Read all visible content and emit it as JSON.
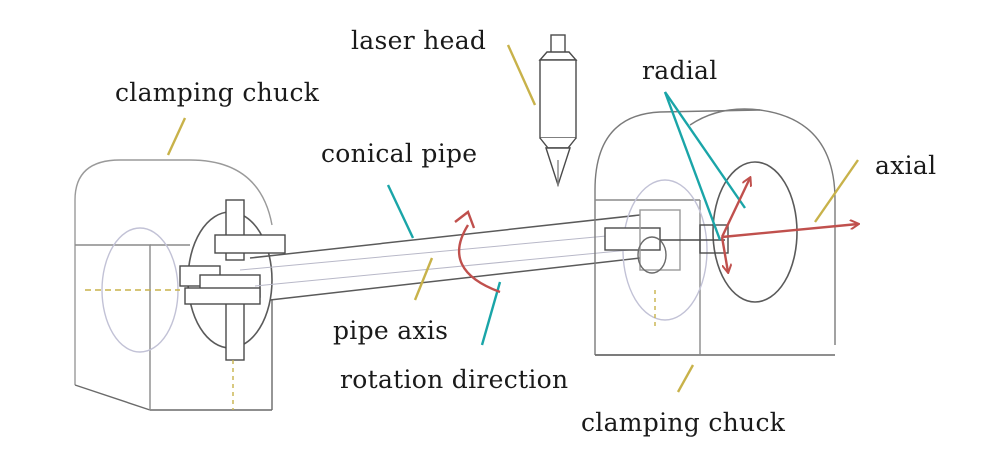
{
  "labels": {
    "laser_head": "laser head",
    "radial": "radial",
    "clamping_chuck_left": "clamping chuck",
    "conical_pipe": "conical pipe",
    "axial": "axial",
    "pipe_axis": "pipe axis",
    "rotation_direction": "rotation direction",
    "clamping_chuck_right": "clamping chuck"
  },
  "colors": {
    "line": "#6a6a6a",
    "faint": "#c2c2d6",
    "leader_olive": "#c8b24a",
    "leader_teal": "#1aa5a8",
    "arrow_red": "#c0504d"
  }
}
